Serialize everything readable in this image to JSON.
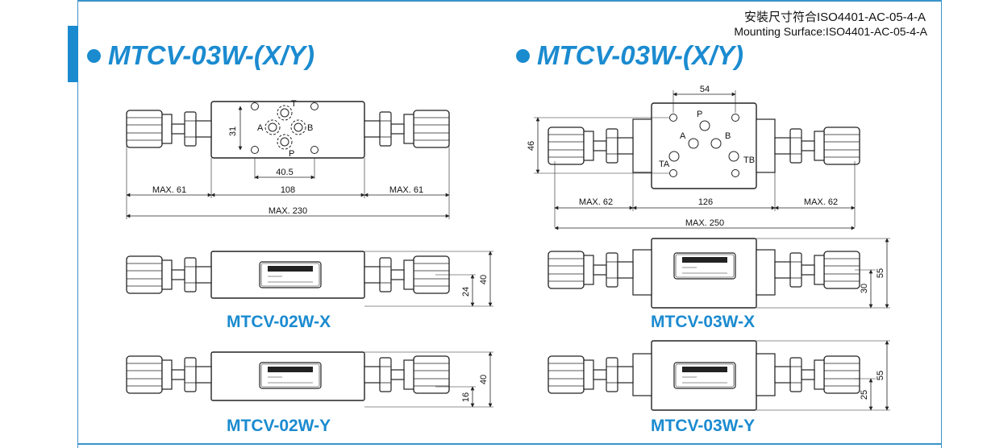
{
  "header": {
    "mounting_cn": "安裝尺寸符合ISO4401-AC-05-4-A",
    "mounting_en": "Mounting Surface:ISO4401-AC-05-4-A"
  },
  "left": {
    "title": "MTCV-03W-(X/Y)",
    "top_view": {
      "port_labels": [
        "T",
        "A",
        "B",
        "P"
      ],
      "dims": {
        "d31": "31",
        "d40_5": "40.5",
        "max61_left": "MAX. 61",
        "d108": "108",
        "max61_right": "MAX. 61",
        "max230": "MAX. 230"
      }
    },
    "side_x": {
      "label": "MTCV-02W-X",
      "dim_a": "24",
      "dim_b": "40"
    },
    "side_y": {
      "label": "MTCV-02W-Y",
      "dim_a": "16",
      "dim_b": "40"
    }
  },
  "right": {
    "title": "MTCV-03W-(X/Y)",
    "top_view": {
      "port_labels": [
        "P",
        "A",
        "B",
        "TA",
        "TB"
      ],
      "dims": {
        "d54": "54",
        "d46": "46",
        "max62_left": "MAX. 62",
        "d126": "126",
        "max62_right": "MAX. 62",
        "max250": "MAX. 250"
      }
    },
    "side_x": {
      "label": "MTCV-03W-X",
      "dim_a": "30",
      "dim_b": "55"
    },
    "side_y": {
      "label": "MTCV-03W-Y",
      "dim_a": "25",
      "dim_b": "55"
    }
  },
  "colors": {
    "accent": "#1b8bd0",
    "frame": "#3a93c9",
    "line": "#222222"
  }
}
